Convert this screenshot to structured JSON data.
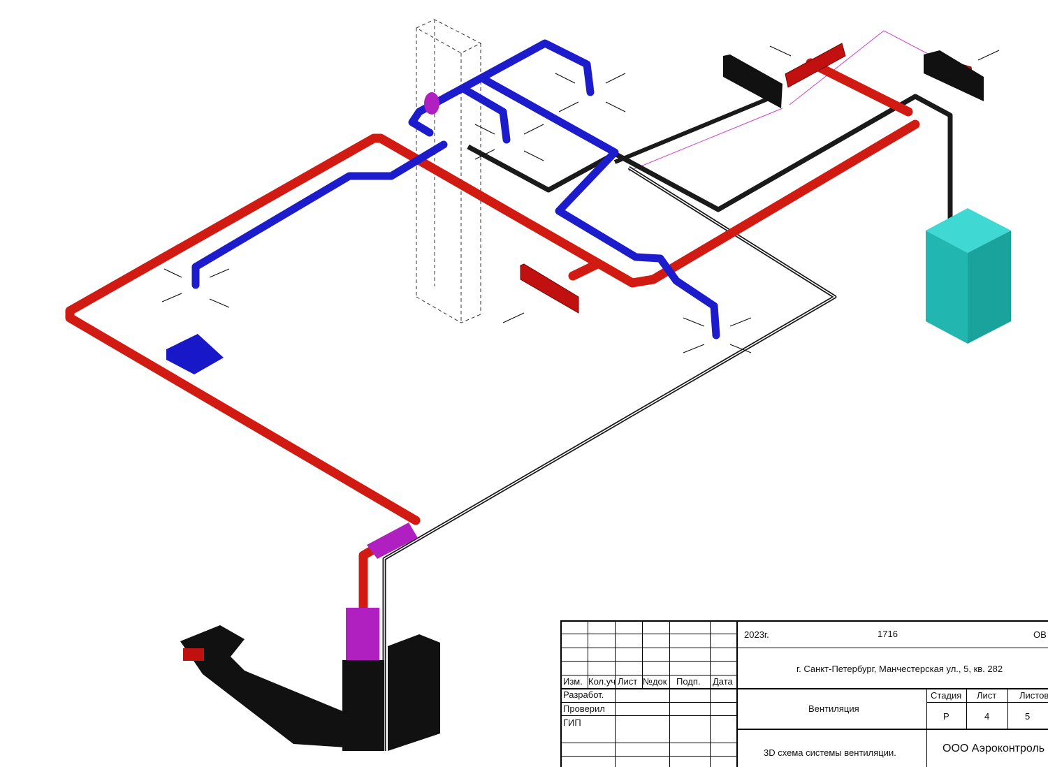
{
  "colors": {
    "supply": "#d01a12",
    "exhaust": "#1c1ccc",
    "insulated": "#1a1a1a",
    "fitting": "#b020c0",
    "unit": "#20b8b4"
  },
  "title_block": {
    "year": "2023г.",
    "number": "1716",
    "code": "ОВ",
    "address": "г. Санкт-Петербург, Манчестерская ул., 5, кв. 282",
    "headers": [
      "Изм.",
      "Кол.уч",
      "Лист",
      "№док",
      "Подп.",
      "Дата"
    ],
    "roles": [
      "Разработ.",
      "Проверил",
      "ГИП"
    ],
    "section": "Вентиляция",
    "stage_label": "Стадия",
    "sheet_label": "Лист",
    "sheets_label": "Листов",
    "stage": "Р",
    "sheet": "4",
    "sheets": "5",
    "drawing_title": "3D схема системы вентиляции.",
    "company": "ООО Аэроконтроль"
  }
}
